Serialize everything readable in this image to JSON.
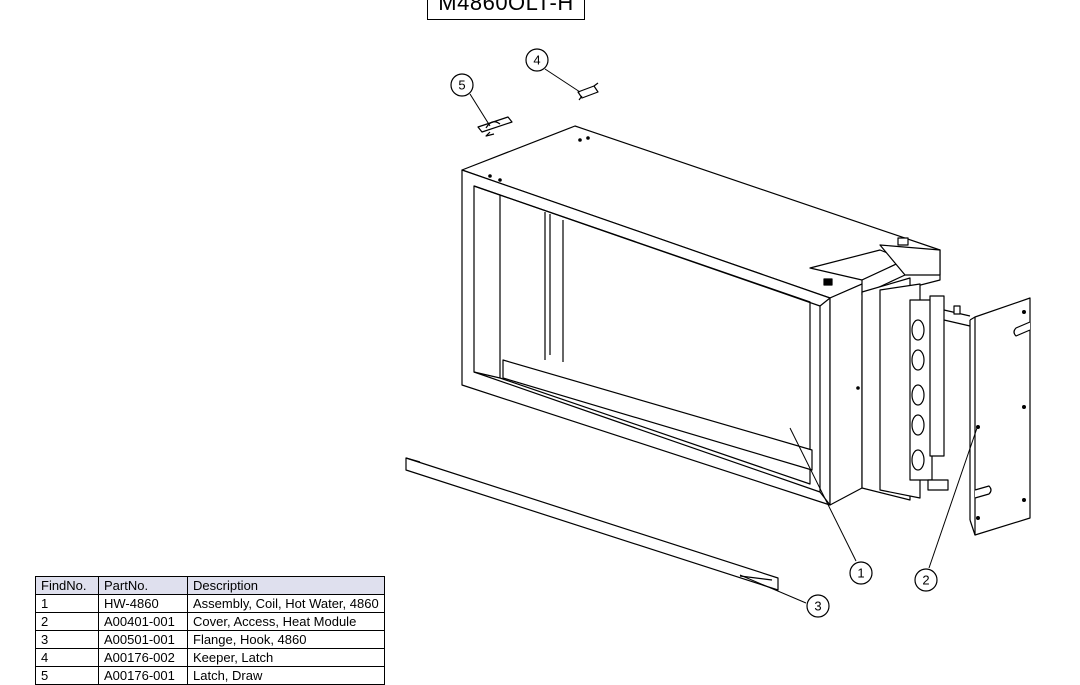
{
  "drawing_title": "M4860OLT-H",
  "callouts": [
    "1",
    "2",
    "3",
    "4",
    "5"
  ],
  "table": {
    "headers": [
      "FindNo.",
      "PartNo.",
      "Description"
    ],
    "rows": [
      [
        "1",
        "HW-4860",
        "Assembly, Coil, Hot Water, 4860"
      ],
      [
        "2",
        "A00401-001",
        "Cover, Access, Heat Module"
      ],
      [
        "3",
        "A00501-001",
        "Flange, Hook, 4860"
      ],
      [
        "4",
        "A00176-002",
        "Keeper, Latch"
      ],
      [
        "5",
        "A00176-001",
        "Latch, Draw"
      ]
    ]
  }
}
